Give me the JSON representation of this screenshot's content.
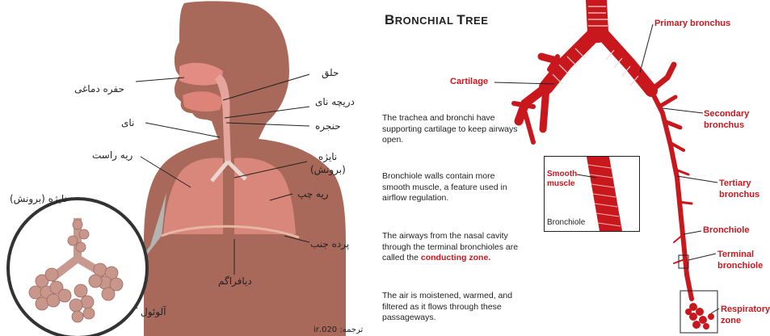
{
  "left_figure": {
    "labels": {
      "nasal_cavity": "حفره دماغی",
      "pharynx": "حلق",
      "epiglottis": "دریچه نای",
      "larynx": "حنجره",
      "trachea": "نای",
      "right_lung": "ریه راست",
      "bronchus": "نایژه",
      "bronchus_sub": "(برونش)",
      "left_lung": "ریه چپ",
      "pleura": "پرده جنب",
      "diaphragm": "دیافراگم",
      "inset_bronchus": "نایژه (برونش)",
      "alveolus": "آلوئول"
    },
    "credit": "ترجمه: 020.ir"
  },
  "right_figure": {
    "title_first": "B",
    "title_rest1": "RONCHIAL ",
    "title_second": "T",
    "title_rest2": "REE",
    "labels": {
      "primary_bronchus": "Primary bronchus",
      "cartilage": "Cartilage",
      "secondary_bronchus_1": "Secondary",
      "secondary_bronchus_2": "bronchus",
      "tertiary_bronchus_1": "Tertiary",
      "tertiary_bronchus_2": "bronchus",
      "smooth_muscle_1": "Smooth",
      "smooth_muscle_2": "muscle",
      "bronchiole_inset": "Bronchiole",
      "bronchiole": "Bronchiole",
      "terminal_bronchiole_1": "Terminal",
      "terminal_bronchiole_2": "bronchiole",
      "respiratory_zone_1": "Respiratory",
      "respiratory_zone_2": "zone"
    },
    "paragraphs": {
      "p1": "The trachea and bronchi have supporting cartilage to keep airways open.",
      "p2": "Bronchiole walls contain more smooth muscle, a feature used in airflow regulation.",
      "p3_pre": "The airways from the nasal cavity through the terminal bronchioles are called the ",
      "p3_hl": "conducting zone.",
      "p4": "The air is moistened, warmed, and filtered as it flows through these passageways."
    }
  },
  "colors": {
    "skin": "#a8695a",
    "lung": "#d9867b",
    "airway_red": "#c8181e",
    "label_red": "#c8181e"
  }
}
